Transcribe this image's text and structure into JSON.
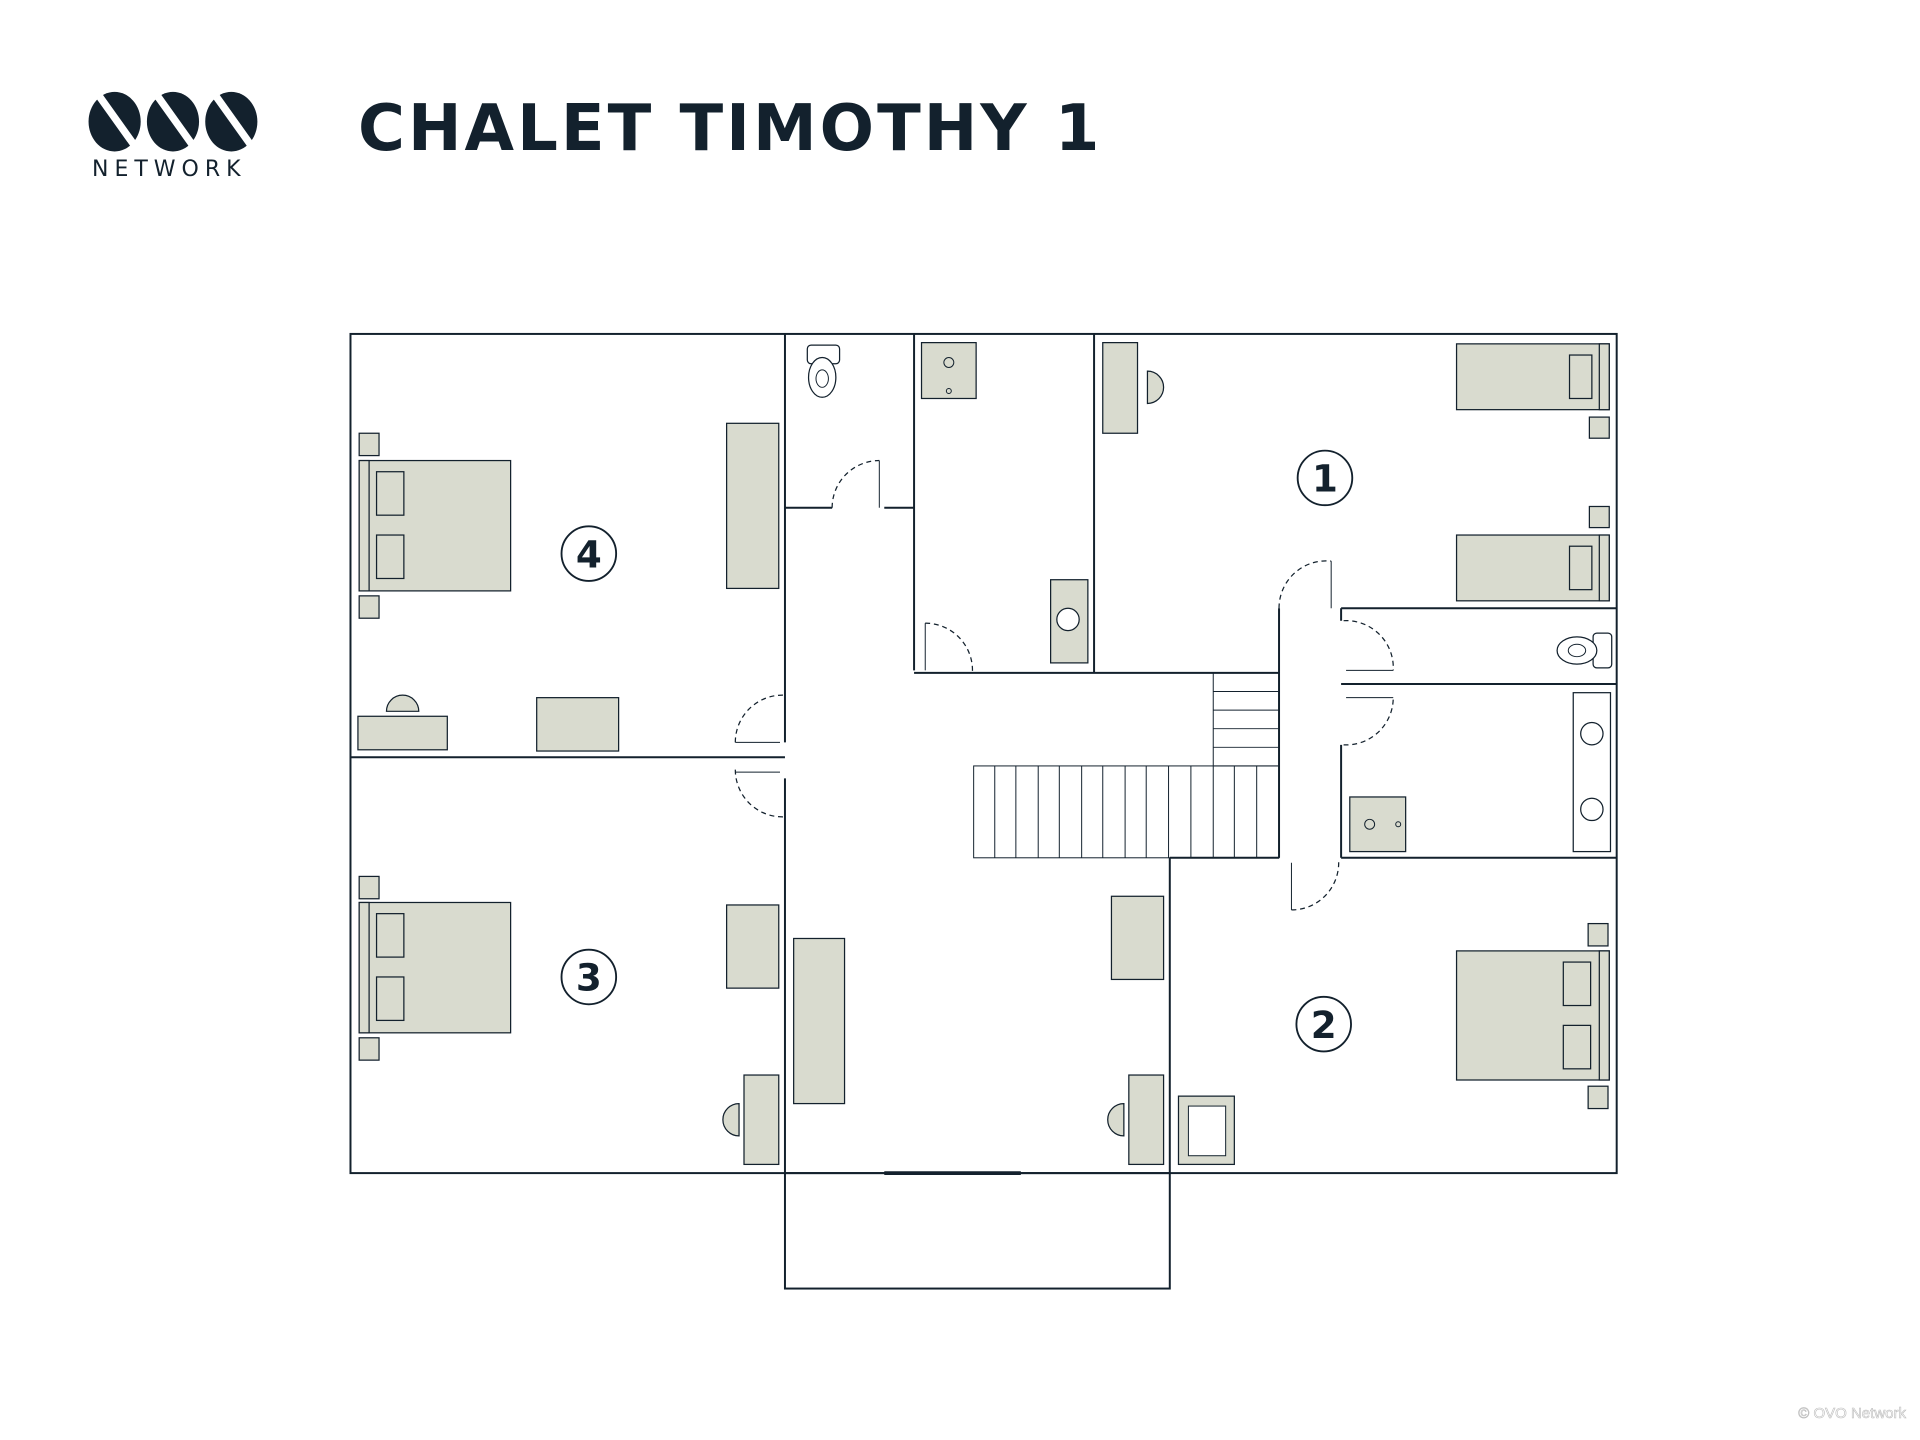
{
  "header": {
    "title": "CHALET TIMOTHY 1"
  },
  "logo": {
    "mark": "OVO",
    "text": "NETWORK"
  },
  "rooms": [
    {
      "number": "1"
    },
    {
      "number": "2"
    },
    {
      "number": "3"
    },
    {
      "number": "4"
    }
  ],
  "footer": {
    "copyright": "© OVO Network"
  },
  "colors": {
    "ink": "#13212d",
    "furniture": "#d9dbcf",
    "balcony": "#f4f4f4"
  }
}
